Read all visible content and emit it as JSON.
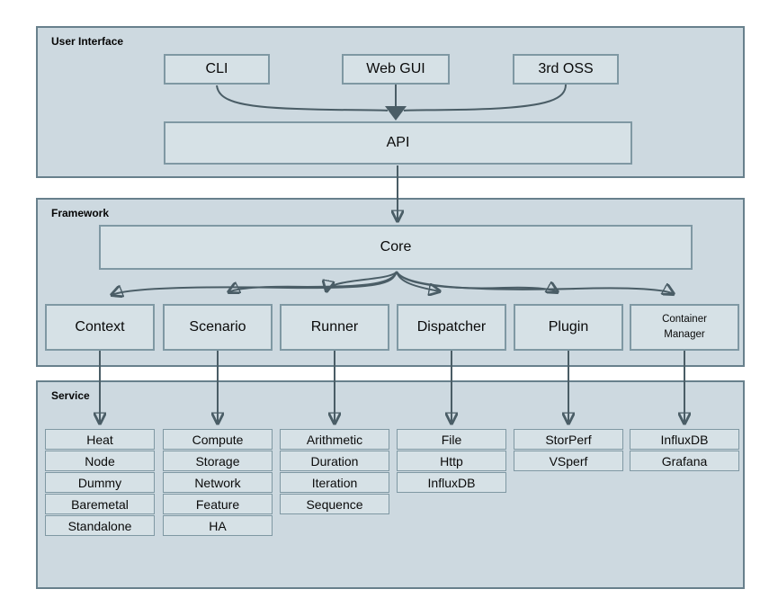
{
  "colors": {
    "page_bg": "#ffffff",
    "section_bg": "#cdd9e0",
    "section_border": "#68808c",
    "box_bg": "#d6e1e6",
    "box_border": "#7f98a3",
    "arrow": "#4a5d66",
    "text": "#0a0a0a"
  },
  "sections": {
    "ui": {
      "label": "User Interface"
    },
    "framework": {
      "label": "Framework"
    },
    "service": {
      "label": "Service"
    }
  },
  "ui": {
    "cli": "CLI",
    "web_gui": "Web GUI",
    "third_oss": "3rd OSS",
    "api": "API"
  },
  "framework": {
    "core": "Core",
    "modules": [
      "Context",
      "Scenario",
      "Runner",
      "Dispatcher",
      "Plugin",
      "Container Manager"
    ]
  },
  "service": {
    "columns": [
      {
        "items": [
          "Heat",
          "Node",
          "Dummy",
          "Baremetal",
          "Standalone"
        ]
      },
      {
        "items": [
          "Compute",
          "Storage",
          "Network",
          "Feature",
          "HA"
        ]
      },
      {
        "items": [
          "Arithmetic",
          "Duration",
          "Iteration",
          "Sequence"
        ]
      },
      {
        "items": [
          "File",
          "Http",
          "InfluxDB"
        ]
      },
      {
        "items": [
          "StorPerf",
          "VSperf"
        ]
      },
      {
        "items": [
          "InfluxDB",
          "Grafana"
        ]
      }
    ]
  }
}
